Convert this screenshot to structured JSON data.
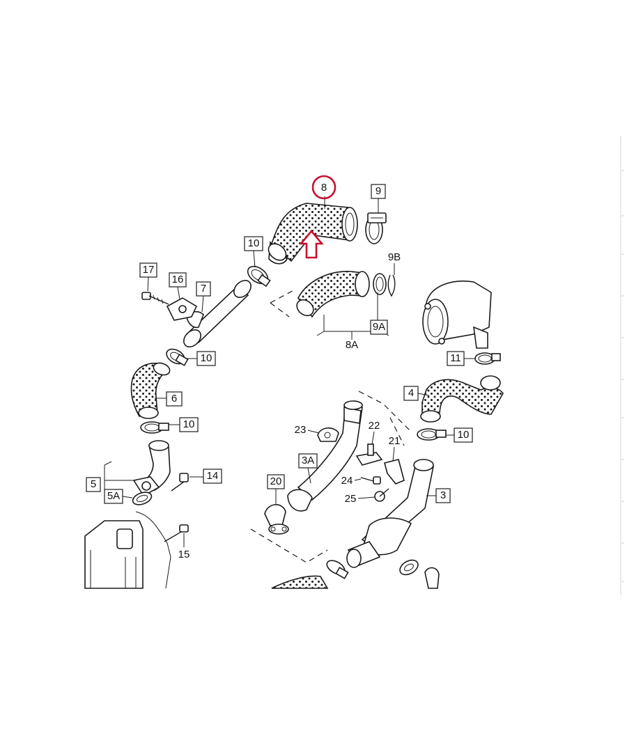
{
  "callouts": {
    "c8": "8",
    "c9": "9",
    "c9B": "9B",
    "c8A": "8A",
    "c9A": "9A",
    "c10a": "10",
    "c10b": "10",
    "c10c": "10",
    "c10d": "10",
    "c11": "11",
    "c17": "17",
    "c16": "16",
    "c7": "7",
    "c6": "6",
    "c5": "5",
    "c5A": "5A",
    "c14": "14",
    "c15": "15",
    "c4": "4",
    "c3": "3",
    "c3A": "3A",
    "c20": "20",
    "c21": "21",
    "c22": "22",
    "c23": "23",
    "c24": "24",
    "c25": "25"
  },
  "colors": {
    "highlight": "#c8102e",
    "ink": "#1a1a1a"
  }
}
